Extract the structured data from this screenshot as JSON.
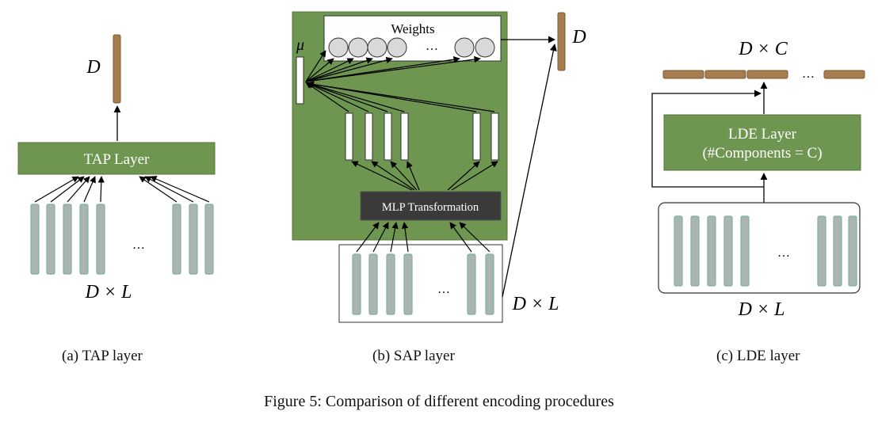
{
  "colors": {
    "green": "#6e9650",
    "green_stroke": "#56773c",
    "brown": "#a67d4e",
    "brown_stroke": "#7d5a33",
    "gray_bar": "#aab5b2",
    "gray_bar_stroke": "#7fb0a3",
    "dark_box": "#3a3a3a"
  },
  "tap": {
    "top_label": "D",
    "layer_label": "TAP Layer",
    "ellipsis": "…",
    "bottom_label": "D × L",
    "caption": "(a) TAP layer"
  },
  "sap": {
    "weights_label": "Weights",
    "weights_ellipsis": "…",
    "mu_label": "μ",
    "mlp_label": "MLP Transformation",
    "input_ellipsis": "…",
    "output_label": "D",
    "input_label": "D × L",
    "caption": "(b) SAP layer"
  },
  "lde": {
    "top_label": "D × C",
    "top_ellipsis": "…",
    "layer_line1": "LDE Layer",
    "layer_line2": "(#Components = C)",
    "input_ellipsis": "…",
    "bottom_label": "D × L",
    "caption": "(c) LDE  layer"
  },
  "figure_caption": "Figure 5: Comparison of different encoding procedures"
}
